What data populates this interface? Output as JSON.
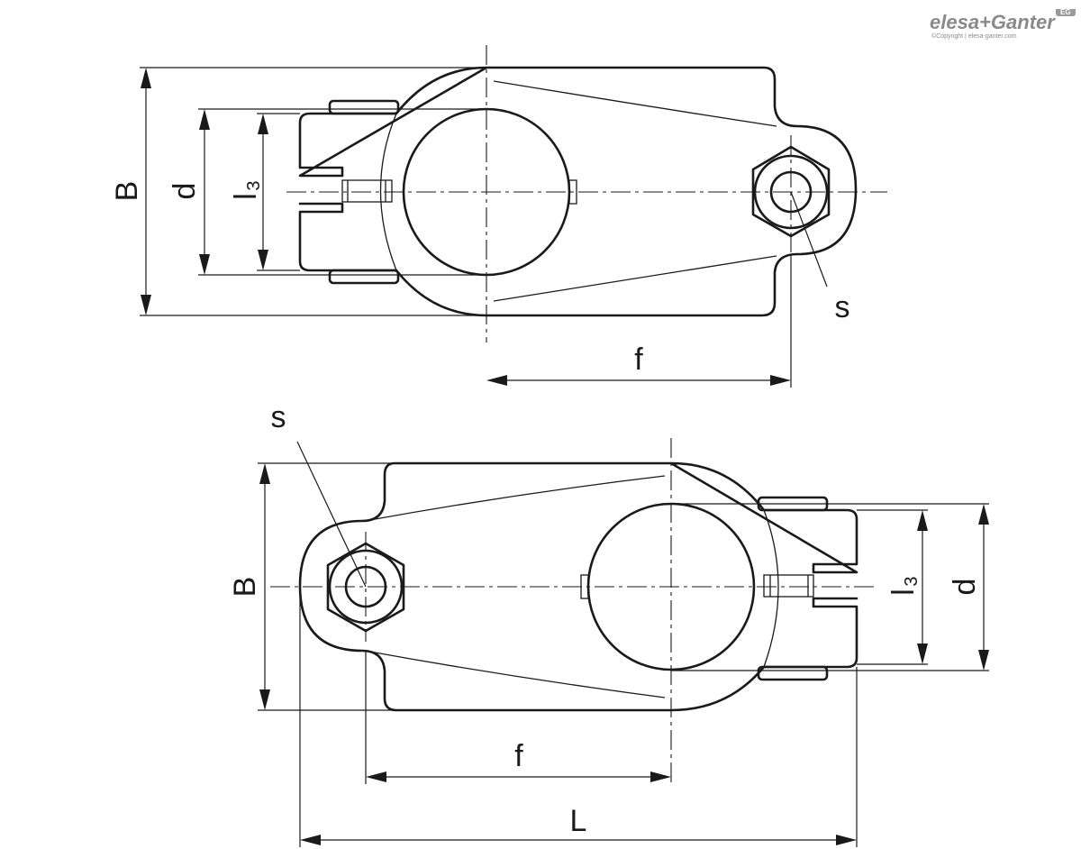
{
  "brand": {
    "logo": "elesa+Ganter",
    "copyright": "©Copyright | elesa-ganter.com",
    "badge": "EG"
  },
  "top_view": {
    "labels": {
      "B": "B",
      "d": "d",
      "l": "l",
      "l_sub": "3",
      "s": "s",
      "f": "f"
    }
  },
  "bottom_view": {
    "labels": {
      "B": "B",
      "d": "d",
      "l": "l",
      "l_sub": "3",
      "s": "s",
      "f": "f",
      "L": "L"
    }
  }
}
